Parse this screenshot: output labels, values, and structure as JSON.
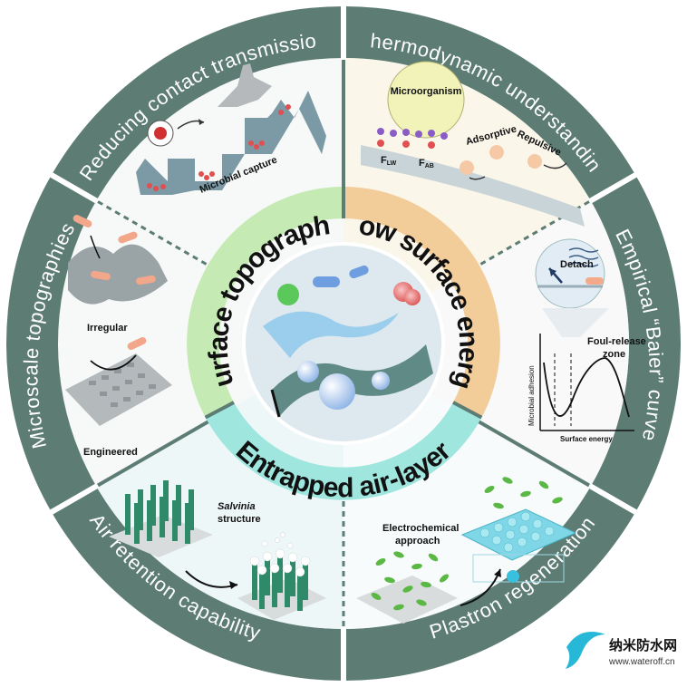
{
  "outer_ring": {
    "top_left": "Reducing contact transmission",
    "top_right": "Thermodynamic understanding",
    "right": "Empirical “Baier” curve",
    "left": "Microscale topographies",
    "bottom_left": "Air retention capability",
    "bottom_right": "Plastron regeneration"
  },
  "inner_ring": {
    "left": "Surface topography",
    "right": "Low surface energy",
    "bottom": "Entrapped air-layer"
  },
  "panels": {
    "contact": {
      "capture_label": "Microbial capture"
    },
    "thermo": {
      "microorganism": "Microorganism",
      "adsorptive": "Adsorptive",
      "repulsive": "Repulsive",
      "flw_main": "F",
      "flw_sub": "LW",
      "fab_main": "F",
      "fab_sub": "AB"
    },
    "baier": {
      "detach": "Detach",
      "zone_line1": "Foul-release",
      "zone_line2": "zone",
      "ylabel": "Microbial adhesion",
      "xlabel": "Surface energy"
    },
    "topo": {
      "irregular": "Irregular",
      "engineered": "Engineered"
    },
    "air": {
      "salvinia": "Salvinia",
      "structure": "structure"
    },
    "plastron": {
      "line1": "Electrochemical",
      "line2": "approach"
    }
  },
  "watermark": {
    "brand": "纳米防水网",
    "url": "www.wateroff.cn"
  },
  "colors": {
    "ring": "#5d7d74",
    "divider": "#ffffff",
    "inner_green": "#c5eab3",
    "inner_orange": "#f2cd9a",
    "inner_teal": "#9fe6df",
    "center_bg": "#dde9ee"
  }
}
